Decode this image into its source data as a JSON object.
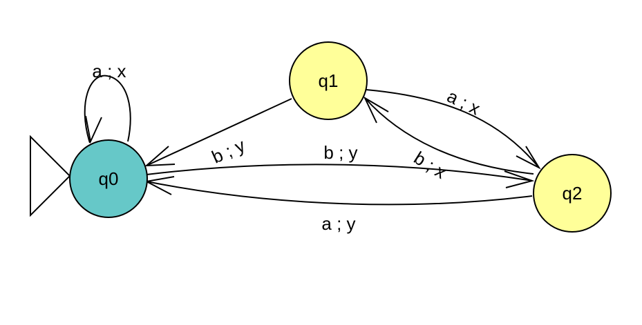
{
  "states": [
    {
      "id": "q0",
      "label": "q0",
      "initial": true,
      "color": "#66c8c8"
    },
    {
      "id": "q1",
      "label": "q1",
      "initial": false,
      "color": "#ffff99"
    },
    {
      "id": "q2",
      "label": "q2",
      "initial": false,
      "color": "#ffff99"
    }
  ],
  "transitions": [
    {
      "from": "q0",
      "to": "q0",
      "label": "a ; x"
    },
    {
      "from": "q1",
      "to": "q0",
      "label": "b ; y"
    },
    {
      "from": "q0",
      "to": "q2",
      "label": "b ; y"
    },
    {
      "from": "q2",
      "to": "q0",
      "label": "a ; y"
    },
    {
      "from": "q1",
      "to": "q2",
      "label": "a ; x"
    },
    {
      "from": "q2",
      "to": "q1",
      "label": "b ; x"
    }
  ]
}
